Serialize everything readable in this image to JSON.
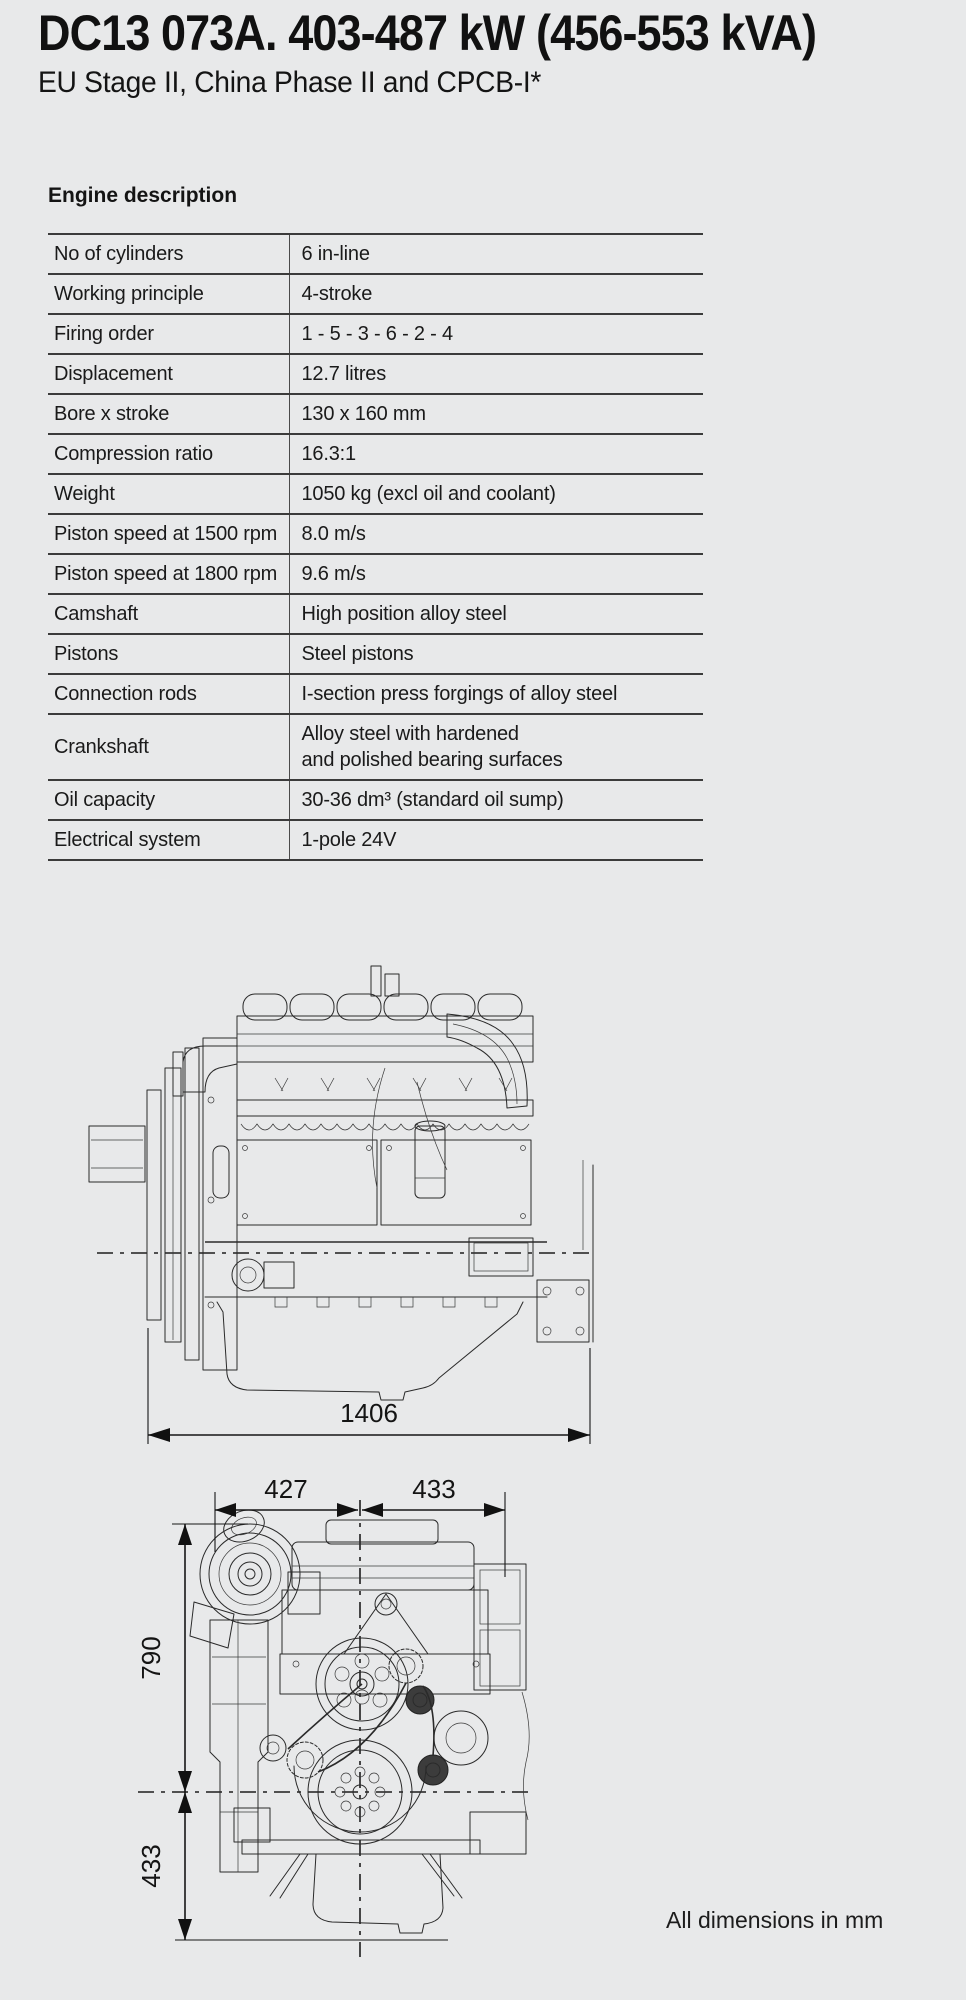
{
  "page": {
    "title": "DC13 073A. 403-487 kW (456-553 kVA)",
    "subtitle": "EU Stage II, China Phase II and CPCB-I*",
    "footnote": "All dimensions in mm"
  },
  "engine_table": {
    "heading": "Engine description",
    "rows": [
      {
        "label": "No of cylinders",
        "value": "6 in-line"
      },
      {
        "label": "Working principle",
        "value": "4-stroke"
      },
      {
        "label": "Firing order",
        "value": "1 - 5 - 3 - 6 - 2 - 4"
      },
      {
        "label": "Displacement",
        "value": "12.7 litres"
      },
      {
        "label": "Bore x stroke",
        "value": "130 x 160 mm"
      },
      {
        "label": "Compression ratio",
        "value": "16.3:1"
      },
      {
        "label": "Weight",
        "value": "1050 kg (excl oil and coolant)"
      },
      {
        "label": "Piston speed at 1500 rpm",
        "value": "8.0 m/s"
      },
      {
        "label": "Piston speed at 1800 rpm",
        "value": "9.6 m/s"
      },
      {
        "label": "Camshaft",
        "value": "High position alloy steel"
      },
      {
        "label": "Pistons",
        "value": "Steel pistons"
      },
      {
        "label": "Connection rods",
        "value": "I-section press forgings of alloy steel"
      },
      {
        "label": "Crankshaft",
        "value": "Alloy steel with hardened\nand polished bearing surfaces"
      },
      {
        "label": "Oil capacity",
        "value": "30-36 dm³ (standard oil sump)"
      },
      {
        "label": "Electrical system",
        "value": "1-pole 24V"
      }
    ]
  },
  "drawings": {
    "side_view": {
      "length_dim": "1406"
    },
    "front_view": {
      "width_left_dim": "427",
      "width_right_dim": "433",
      "height_upper_dim": "790",
      "height_lower_dim": "433"
    }
  },
  "colors": {
    "background": "#e8e9ea",
    "text": "#1a1a1a",
    "table_rule": "#3b3b3b",
    "drawing_line": "#2a2a2a"
  }
}
